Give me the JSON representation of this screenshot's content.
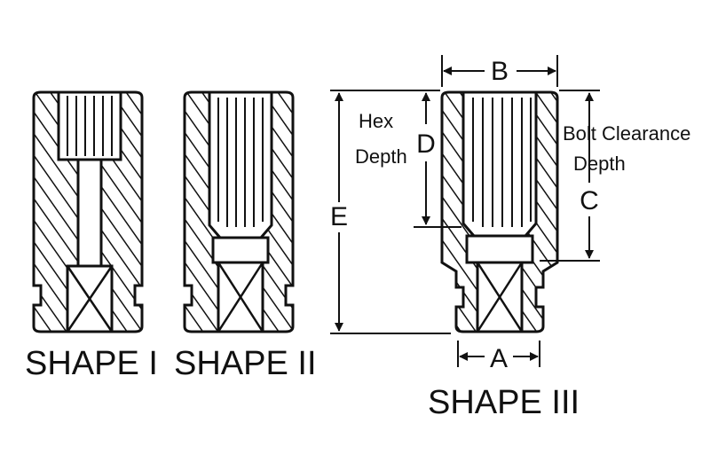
{
  "shapes": {
    "shape1": {
      "caption": "SHAPE I"
    },
    "shape2": {
      "caption": "SHAPE II"
    },
    "shape3": {
      "caption": "SHAPE III"
    }
  },
  "dimensions": {
    "a": "A",
    "b": "B",
    "c": "C",
    "d": "D",
    "e": "E"
  },
  "notes": {
    "hex_depth_line1": "Hex",
    "hex_depth_line2": "Depth",
    "bolt_clearance_line1": "Bolt Clearance",
    "bolt_clearance_line2": "Depth"
  },
  "colors": {
    "ink": "#111111",
    "paper": "#ffffff"
  }
}
